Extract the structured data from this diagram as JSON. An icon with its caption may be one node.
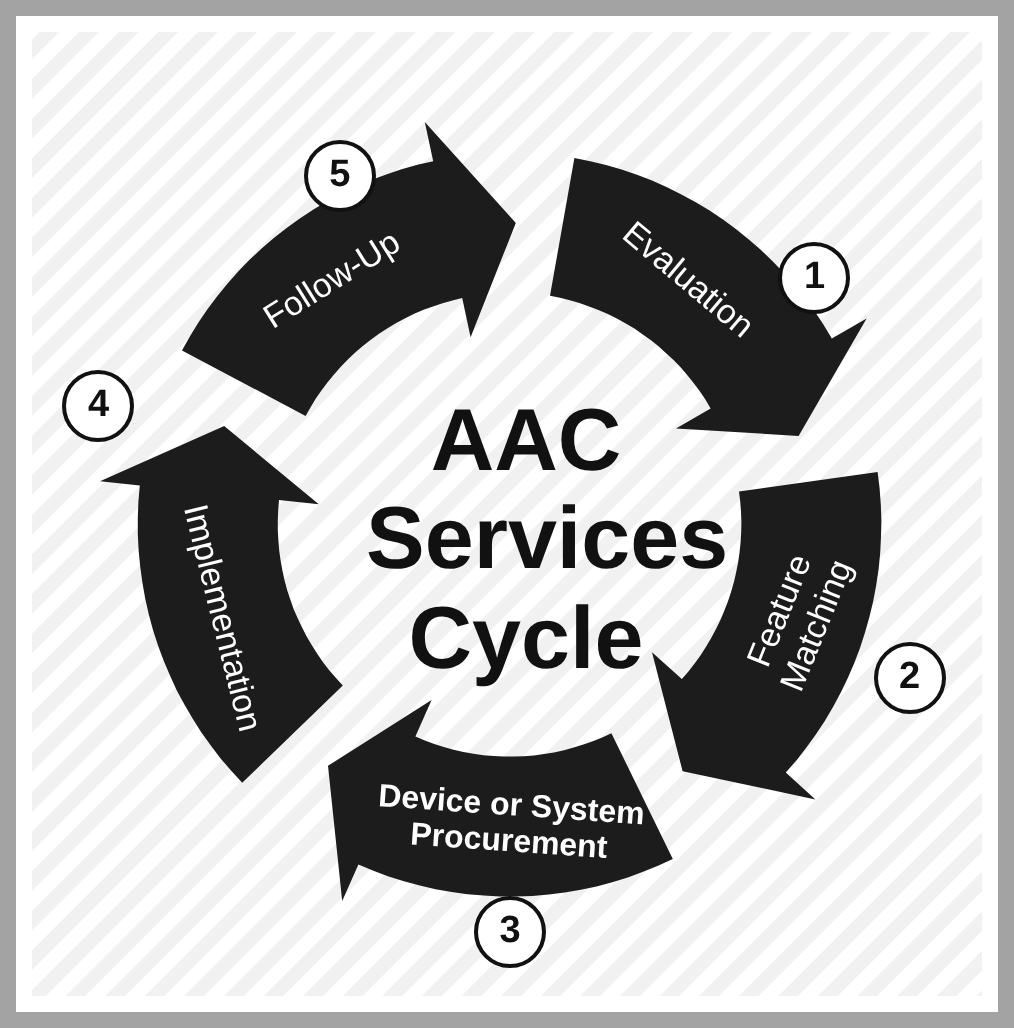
{
  "diagram": {
    "title": "AAC Services Cycle",
    "nodes": [
      {
        "text": [
          "Evaluation"
        ],
        "beside": [
          "1"
        ]
      },
      {
        "text": [
          "Feature Matching"
        ],
        "beside": [
          "2"
        ]
      },
      {
        "text": [
          "Device or System Procurement"
        ],
        "beside": [
          "3"
        ]
      },
      {
        "text": [
          "Implementation"
        ],
        "beside": [
          "4"
        ]
      },
      {
        "text": [
          "Follow-Up"
        ],
        "beside": [
          "5"
        ]
      }
    ]
  }
}
